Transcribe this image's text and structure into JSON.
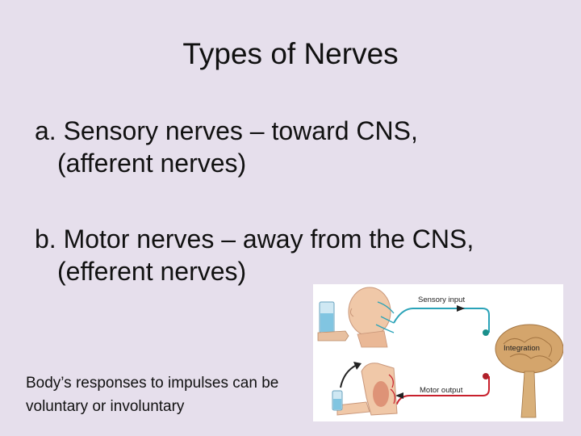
{
  "title": "Types of Nerves",
  "bullets": [
    {
      "line1": "a. Sensory nerves – toward CNS,",
      "line2": "(afferent nerves)"
    },
    {
      "line1": "b. Motor nerves – away from the CNS,",
      "line2": "(efferent nerves)"
    }
  ],
  "caption": "Body’s responses to impulses can be voluntary or involuntary",
  "figure": {
    "sensory_label": "Sensory input",
    "integration_label": "Integration",
    "motor_label": "Motor output",
    "colors": {
      "sensory_path": "#2aa3b8",
      "motor_path": "#c8202c",
      "brain": "#c8955a"
    }
  }
}
